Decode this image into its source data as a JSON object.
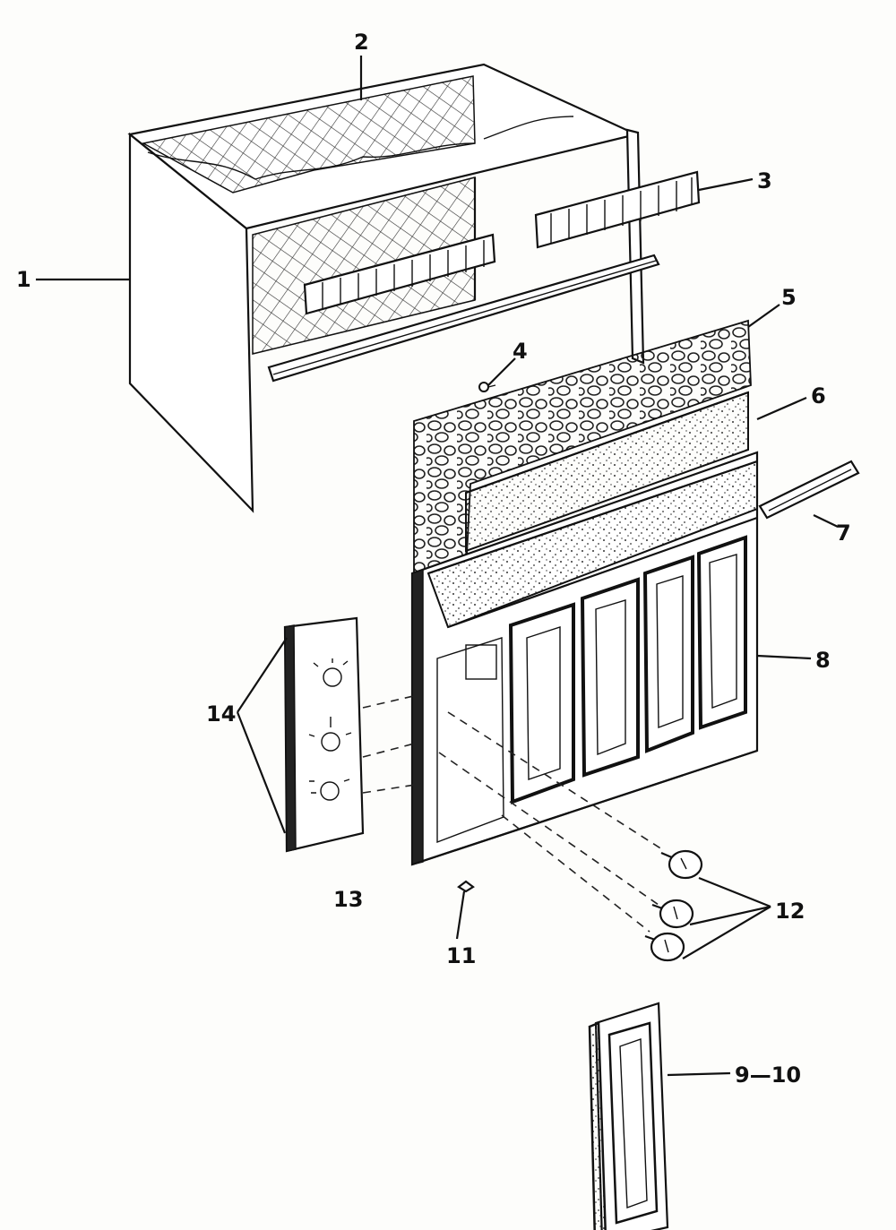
{
  "diagram": {
    "callouts": [
      {
        "id": "1",
        "text": "1"
      },
      {
        "id": "2",
        "text": "2"
      },
      {
        "id": "3",
        "text": "3"
      },
      {
        "id": "4",
        "text": "4"
      },
      {
        "id": "5",
        "text": "5"
      },
      {
        "id": "6",
        "text": "6"
      },
      {
        "id": "7",
        "text": "7"
      },
      {
        "id": "8",
        "text": "8"
      },
      {
        "id": "9-10",
        "text": "9—10"
      },
      {
        "id": "11",
        "text": "11"
      },
      {
        "id": "12",
        "text": "12"
      },
      {
        "id": "13",
        "text": "13"
      },
      {
        "id": "14",
        "text": "14"
      }
    ]
  }
}
